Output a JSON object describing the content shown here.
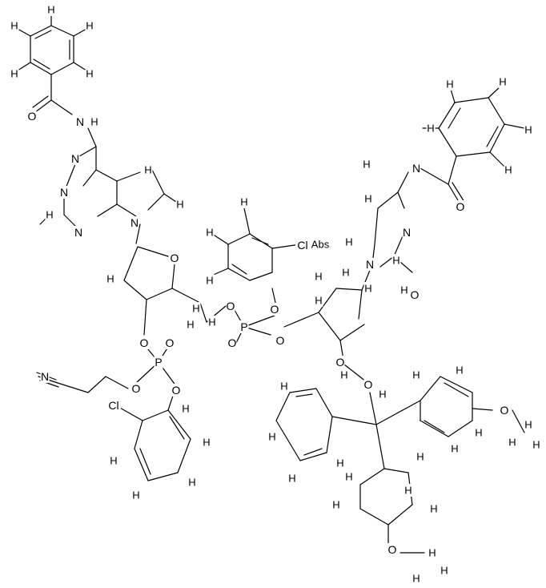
{
  "atoms": [
    {
      "id": "h1",
      "t": "H"
    },
    {
      "id": "h2",
      "t": "H"
    },
    {
      "id": "h3",
      "t": "H"
    },
    {
      "id": "h4",
      "t": "H"
    },
    {
      "id": "h5",
      "t": "H"
    },
    {
      "id": "O1",
      "t": "O"
    },
    {
      "id": "N1",
      "t": "N"
    },
    {
      "id": "H6",
      "t": "H"
    },
    {
      "id": "N2",
      "t": "N"
    },
    {
      "id": "N3",
      "t": "N"
    },
    {
      "id": "H7",
      "t": "H"
    },
    {
      "id": "N4",
      "t": "N"
    },
    {
      "id": "H8",
      "t": "H"
    },
    {
      "id": "N5",
      "t": "N"
    },
    {
      "id": "H9",
      "t": "H"
    },
    {
      "id": "O2",
      "t": "O"
    },
    {
      "id": "H10",
      "t": "H"
    },
    {
      "id": "H11",
      "t": "H"
    },
    {
      "id": "O3",
      "t": "O"
    },
    {
      "id": "P1",
      "t": "P"
    },
    {
      "id": "O4",
      "t": "O"
    },
    {
      "id": "H12",
      "t": "H"
    },
    {
      "id": "H13",
      "t": "H"
    },
    {
      "id": "O5",
      "t": "O"
    },
    {
      "id": "O6",
      "t": "O"
    },
    {
      "id": "N6",
      "t": "N"
    },
    {
      "id": "H14",
      "t": "H"
    },
    {
      "id": "H15",
      "t": "H"
    },
    {
      "id": "Cl1",
      "t": "Cl"
    },
    {
      "id": "H16",
      "t": "H"
    },
    {
      "id": "H17",
      "t": "H"
    },
    {
      "id": "H18",
      "t": "H"
    },
    {
      "id": "H19",
      "t": "H"
    },
    {
      "id": "H20",
      "t": "H"
    },
    {
      "id": "H21",
      "t": "H"
    },
    {
      "id": "H22",
      "t": "H"
    },
    {
      "id": "H23",
      "t": "H"
    },
    {
      "id": "Cl2",
      "t": "Cl"
    },
    {
      "id": "O7",
      "t": "O"
    },
    {
      "id": "O8",
      "t": "O"
    },
    {
      "id": "P2",
      "t": "P"
    },
    {
      "id": "O9",
      "t": "O"
    },
    {
      "id": "O10",
      "t": "O"
    },
    {
      "id": "h24",
      "t": "H"
    },
    {
      "id": "h25",
      "t": "H"
    },
    {
      "id": "h26",
      "t": "H"
    },
    {
      "id": "h27",
      "t": "H"
    },
    {
      "id": "h28",
      "t": "H"
    },
    {
      "id": "O11",
      "t": "O"
    },
    {
      "id": "H29",
      "t": "H"
    },
    {
      "id": "N7",
      "t": "N"
    },
    {
      "id": "H30",
      "t": "H"
    },
    {
      "id": "N8",
      "t": "N"
    },
    {
      "id": "H31",
      "t": "H"
    },
    {
      "id": "N9",
      "t": "N"
    },
    {
      "id": "O12",
      "t": "O"
    },
    {
      "id": "H32",
      "t": "H"
    },
    {
      "id": "H33",
      "t": "H"
    },
    {
      "id": "O13",
      "t": "O"
    },
    {
      "id": "H34",
      "t": "H"
    },
    {
      "id": "O14",
      "t": "O"
    },
    {
      "id": "H35",
      "t": "H"
    },
    {
      "id": "H36",
      "t": "H"
    },
    {
      "id": "H37",
      "t": "H"
    },
    {
      "id": "H38",
      "t": "H"
    },
    {
      "id": "H39",
      "t": "H"
    },
    {
      "id": "H40",
      "t": "H"
    },
    {
      "id": "H41",
      "t": "H"
    },
    {
      "id": "H42",
      "t": "H"
    },
    {
      "id": "H43",
      "t": "H"
    },
    {
      "id": "H44",
      "t": "H"
    },
    {
      "id": "H45",
      "t": "H"
    },
    {
      "id": "H46",
      "t": "H"
    },
    {
      "id": "O15",
      "t": "O"
    },
    {
      "id": "H47",
      "t": "H"
    },
    {
      "id": "H48",
      "t": "H"
    },
    {
      "id": "H49",
      "t": "H"
    },
    {
      "id": "H50",
      "t": "H"
    },
    {
      "id": "H51",
      "t": "H"
    },
    {
      "id": "H52",
      "t": "H"
    },
    {
      "id": "H53",
      "t": "H"
    },
    {
      "id": "O16",
      "t": "O"
    },
    {
      "id": "H54",
      "t": "H"
    },
    {
      "id": "H55",
      "t": "H"
    },
    {
      "id": "H56",
      "t": "H"
    }
  ],
  "stereo_label": "Abs"
}
